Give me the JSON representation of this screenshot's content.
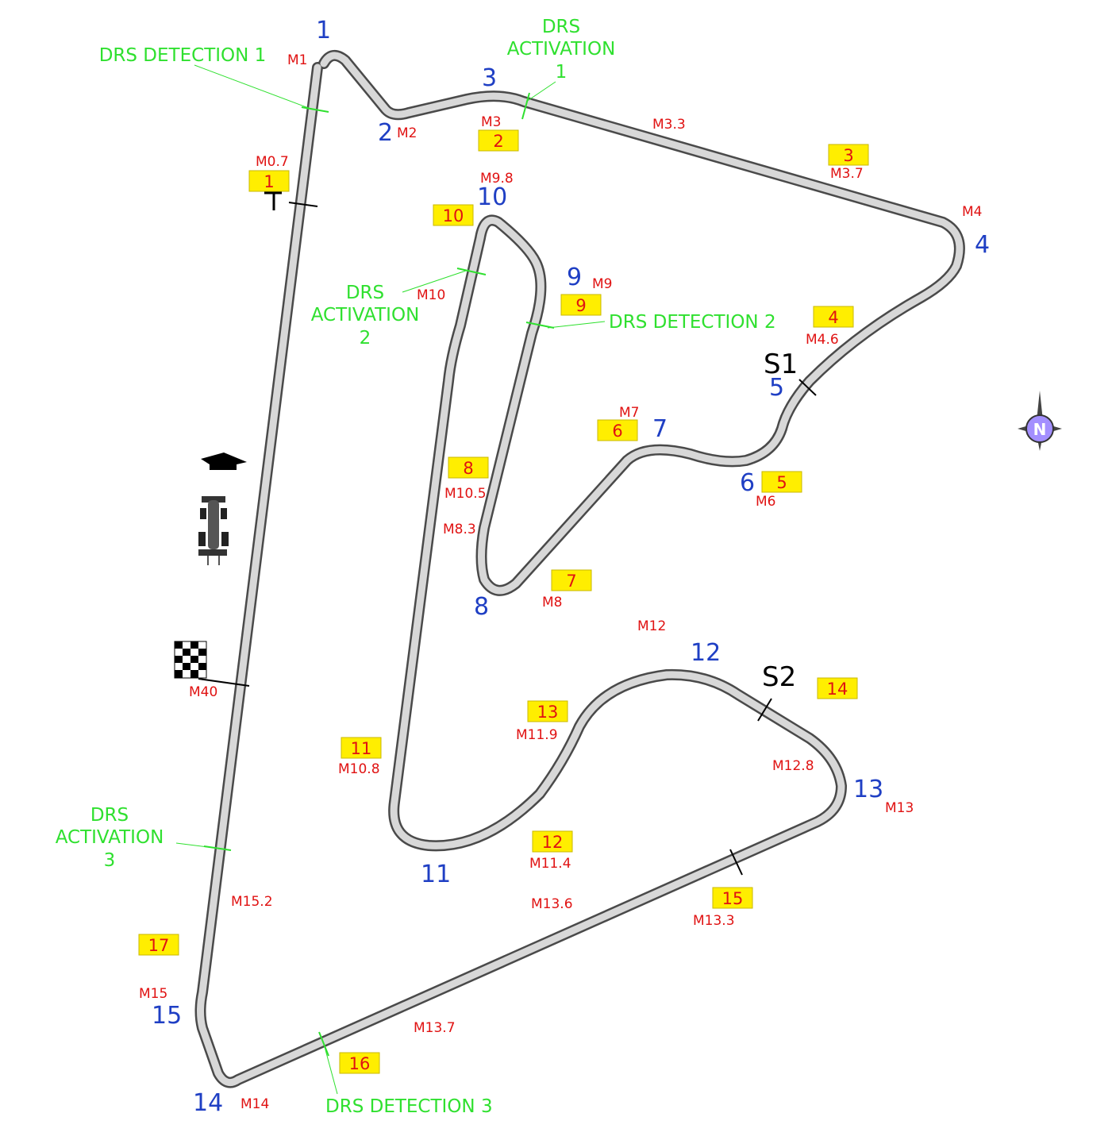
{
  "turn_numbers": [
    "1",
    "2",
    "3",
    "4",
    "5",
    "6",
    "7",
    "8",
    "9",
    "10",
    "11",
    "12",
    "13",
    "14",
    "15"
  ],
  "marshal_posts": [
    "M1",
    "M2",
    "M3",
    "M3.3",
    "M3.7",
    "M4",
    "M4.6",
    "M6",
    "M7",
    "M8",
    "M9",
    "M10",
    "M9.8",
    "M0.7",
    "M10.5",
    "M8.3",
    "M12",
    "M11.9",
    "M12.8",
    "M13",
    "M10.8",
    "M11.4",
    "M13.6",
    "M13.3",
    "M15.2",
    "M15",
    "M13.7",
    "M14",
    "M40"
  ],
  "flag_boxes": [
    "1",
    "2",
    "3",
    "4",
    "5",
    "6",
    "7",
    "8",
    "9",
    "10",
    "11",
    "12",
    "13",
    "14",
    "15",
    "16",
    "17"
  ],
  "drs": {
    "detection_1": "DRS DETECTION 1",
    "activation_1": [
      "DRS",
      "ACTIVATION",
      "1"
    ],
    "activation_2": [
      "DRS",
      "ACTIVATION",
      "2"
    ],
    "detection_2": "DRS DETECTION 2",
    "activation_3": [
      "DRS",
      "ACTIVATION",
      "3"
    ],
    "detection_3": "DRS DETECTION 3"
  },
  "sectors": [
    "S1",
    "S2"
  ],
  "compass": "N",
  "colors": {
    "track": "#d8d8d8",
    "track_edge": "#4a4a4a",
    "turn_numbers": "#1f3fc4",
    "marshal_posts": "#e01212",
    "drs": "#2fe02f",
    "flag_box": "#ffee00",
    "compass": "#a38fff"
  }
}
